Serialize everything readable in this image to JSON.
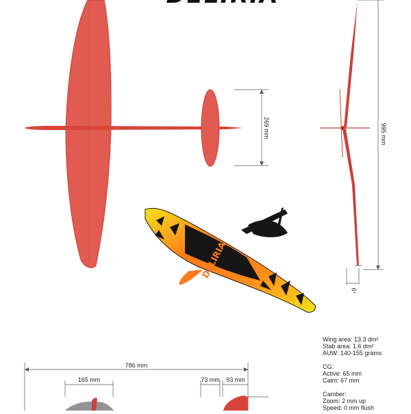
{
  "brand_logo": "DELIRIA",
  "colors": {
    "wing_red": "#e15b50",
    "wing_dark": "#c8423a",
    "fuselage": "#d9443a",
    "orange": "#ff7a1a",
    "yellow": "#f2e21a",
    "black": "#161616",
    "dim_line": "#555555"
  },
  "dimensions": {
    "stab_span": "269 mm",
    "overall_span": "995 mm",
    "length": "786 mm",
    "nose": "165 mm",
    "tail_a": "73 mm",
    "tail_b": "93 mm",
    "dihedral": "6°"
  },
  "wing_label": "DELIRIA",
  "specs": {
    "wing_area": "Wing area: 13.3 dm²",
    "stab_area": "Stab area: 1.6 dm²",
    "auw": "AUW: 140-155 grams",
    "cg_title": "CG:",
    "cg_active": "Active: 65 mm",
    "cg_calm": "Calm: 67 mm",
    "camber_title": "Camber:",
    "camber_zoom": "Zoom: 2 mm up",
    "camber_speed": "Speed: 0 mm flush"
  }
}
